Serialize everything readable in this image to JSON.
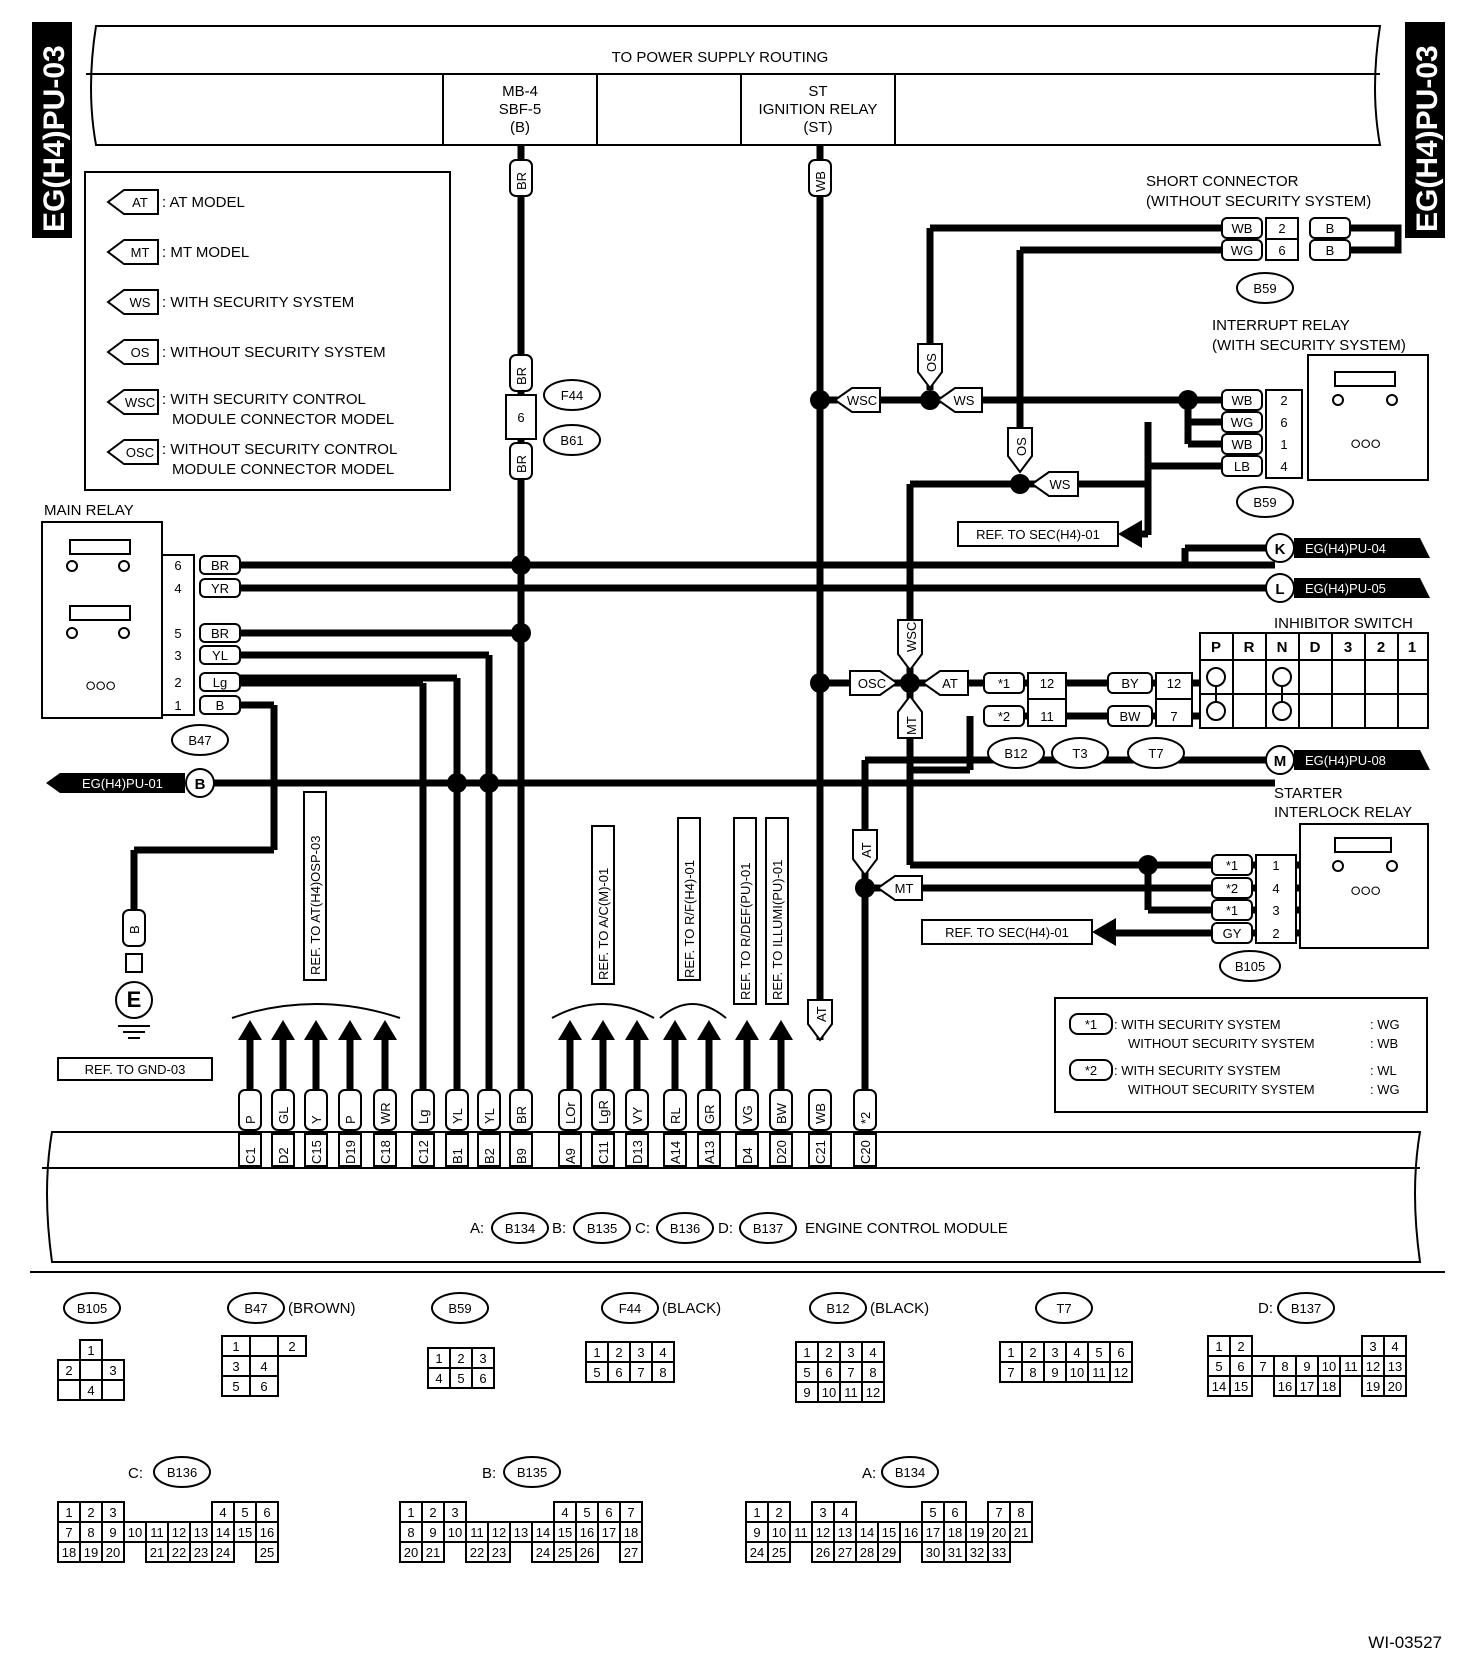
{
  "page_code": "EG(H4)PU-03",
  "figure_id": "WI-03527",
  "power_routing": {
    "title": "TO POWER SUPPLY ROUTING",
    "mb4": [
      "MB-4",
      "SBF-5",
      "(B)"
    ],
    "st": [
      "ST",
      "IGNITION RELAY",
      "(ST)"
    ]
  },
  "legend": [
    {
      "tag": "AT",
      "text": ": AT MODEL"
    },
    {
      "tag": "MT",
      "text": ": MT MODEL"
    },
    {
      "tag": "WS",
      "text": ": WITH SECURITY SYSTEM"
    },
    {
      "tag": "OS",
      "text": ": WITHOUT SECURITY SYSTEM"
    },
    {
      "tag": "WSC",
      "text": ": WITH SECURITY CONTROL",
      "text2": "MODULE CONNECTOR MODEL"
    },
    {
      "tag": "OSC",
      "text": ": WITHOUT SECURITY CONTROL",
      "text2": "MODULE CONNECTOR MODEL"
    }
  ],
  "wire_colors": {
    "br": "BR",
    "wb": "WB",
    "b": "B",
    "wg": "WG",
    "lb": "LB",
    "yr": "YR",
    "yl": "YL",
    "lg": "Lg",
    "by": "BY",
    "bw": "BW",
    "gy": "GY"
  },
  "connectors": {
    "f44": "F44",
    "b61": "B61",
    "b59": "B59",
    "b47": "B47",
    "b12": "B12",
    "t3": "T3",
    "t7": "T7",
    "b105": "B105",
    "b134": "B134",
    "b135": "B135",
    "b136": "B136",
    "b137": "B137",
    "e": "E"
  },
  "short_connector": {
    "title": [
      "SHORT CONNECTOR",
      "(WITHOUT SECURITY SYSTEM)"
    ],
    "pins": [
      "2",
      "6"
    ]
  },
  "interrupt_relay": {
    "title": [
      "INTERRUPT RELAY",
      "(WITH SECURITY SYSTEM)"
    ],
    "pins": [
      "2",
      "6",
      "1",
      "4"
    ]
  },
  "main_relay": {
    "title": "MAIN RELAY",
    "pins": [
      "6",
      "4",
      "5",
      "3",
      "2",
      "1"
    ]
  },
  "inhibitor_switch": {
    "title": "INHIBITOR SWITCH",
    "positions": [
      "P",
      "R",
      "N",
      "D",
      "3",
      "2",
      "1"
    ],
    "b12_pins": [
      "12",
      "11"
    ],
    "t7_pins": [
      "12",
      "7"
    ]
  },
  "starter_relay": {
    "title": [
      "STARTER",
      "INTERLOCK RELAY"
    ],
    "pins": [
      "1",
      "4",
      "3",
      "2"
    ],
    "marks": [
      "*1",
      "*2",
      "*1"
    ]
  },
  "refs": {
    "sec1": "REF. TO SEC(H4)-01",
    "sec2": "REF. TO SEC(H4)-01",
    "gnd": "REF. TO GND-03",
    "atosp": "REF. TO AT(H4)OSP-03",
    "ac": "REF. TO A/C(M)-01",
    "rf": "REF. TO R/F(H4)-01",
    "rdef": "REF. TO R/DEF(PU)-01",
    "illumi": "REF. TO ILLUMI(PU)-01"
  },
  "offpage": {
    "k_letter": "K",
    "k_page": "EG(H4)PU-04",
    "l_letter": "L",
    "l_page": "EG(H4)PU-05",
    "m_letter": "M",
    "m_page": "EG(H4)PU-08",
    "b_letter": "B",
    "b_page": "EG(H4)PU-01"
  },
  "ecm": {
    "title": "ENGINE CONTROL MODULE",
    "prefixes": [
      "A:",
      "B:",
      "C:",
      "D:"
    ],
    "wires": [
      "P",
      "GL",
      "Y",
      "P",
      "WR",
      "Lg",
      "YL",
      "YL",
      "BR",
      "LOr",
      "LgR",
      "VY",
      "RL",
      "GR",
      "VG",
      "BW",
      "WB",
      "*2"
    ],
    "pins": [
      "C1",
      "D2",
      "C15",
      "D19",
      "C18",
      "C12",
      "B1",
      "B2",
      "B9",
      "A9",
      "C11",
      "D13",
      "A14",
      "A13",
      "D4",
      "D20",
      "C21",
      "C20"
    ]
  },
  "notes": [
    {
      "mark": "*1",
      "a": ": WITH SECURITY SYSTEM",
      "av": ": WG",
      "b": "WITHOUT SECURITY SYSTEM",
      "bv": ": WB"
    },
    {
      "mark": "*2",
      "a": ": WITH SECURITY SYSTEM",
      "av": ": WL",
      "b": "WITHOUT SECURITY SYSTEM",
      "bv": ": WG"
    }
  ],
  "connector_views": {
    "b47_note": "(BROWN)",
    "f44_note": "(BLACK)",
    "b12_note": "(BLACK)",
    "d_prefix": "D:",
    "c_prefix": "C:",
    "b_prefix": "B:",
    "a_prefix": "A:"
  }
}
